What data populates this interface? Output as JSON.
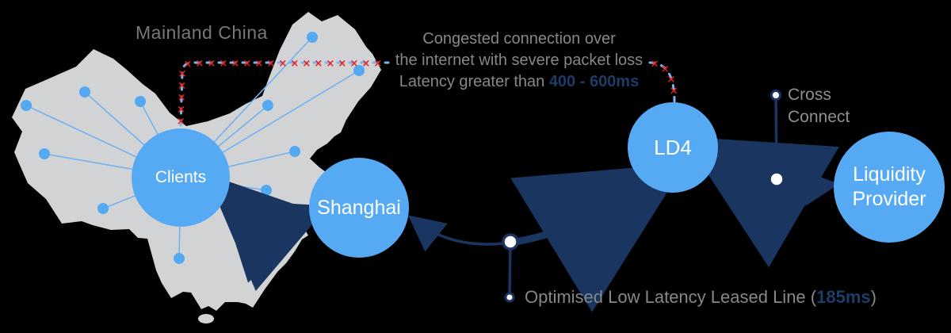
{
  "map": {
    "title": "Mainland China",
    "city_dot_count": 12
  },
  "nodes": {
    "clients": {
      "label": "Clients"
    },
    "shanghai": {
      "label": "Shanghai"
    },
    "ld4": {
      "label": "LD4"
    },
    "liquidity_provider": {
      "label": "Liquidity Provider"
    }
  },
  "congestion_note": {
    "line1": "Congested connection over",
    "line2": "the internet with severe packet loss",
    "line3_prefix": "Latency greater than ",
    "line3_value": "400 - 600ms"
  },
  "cross_connect": {
    "label": "Cross Connect"
  },
  "leased_line": {
    "prefix": "Optimised Low Latency Leased Line (",
    "value": "185ms",
    "suffix": ")"
  },
  "icons": {
    "packet_loss_marker": "×"
  },
  "colors": {
    "background": "#000000",
    "node_blue": "#56a9f3",
    "map_gray": "#d2d3d5",
    "radial_line_blue": "#72b2f0",
    "dash_blue": "#7ab5ee",
    "packet_loss_red": "#e8231f",
    "arrow_navy": "#1a3560",
    "latency_text_navy": "#1d3c68",
    "label_gray": "#85878a",
    "node_text": "#ffffff"
  }
}
